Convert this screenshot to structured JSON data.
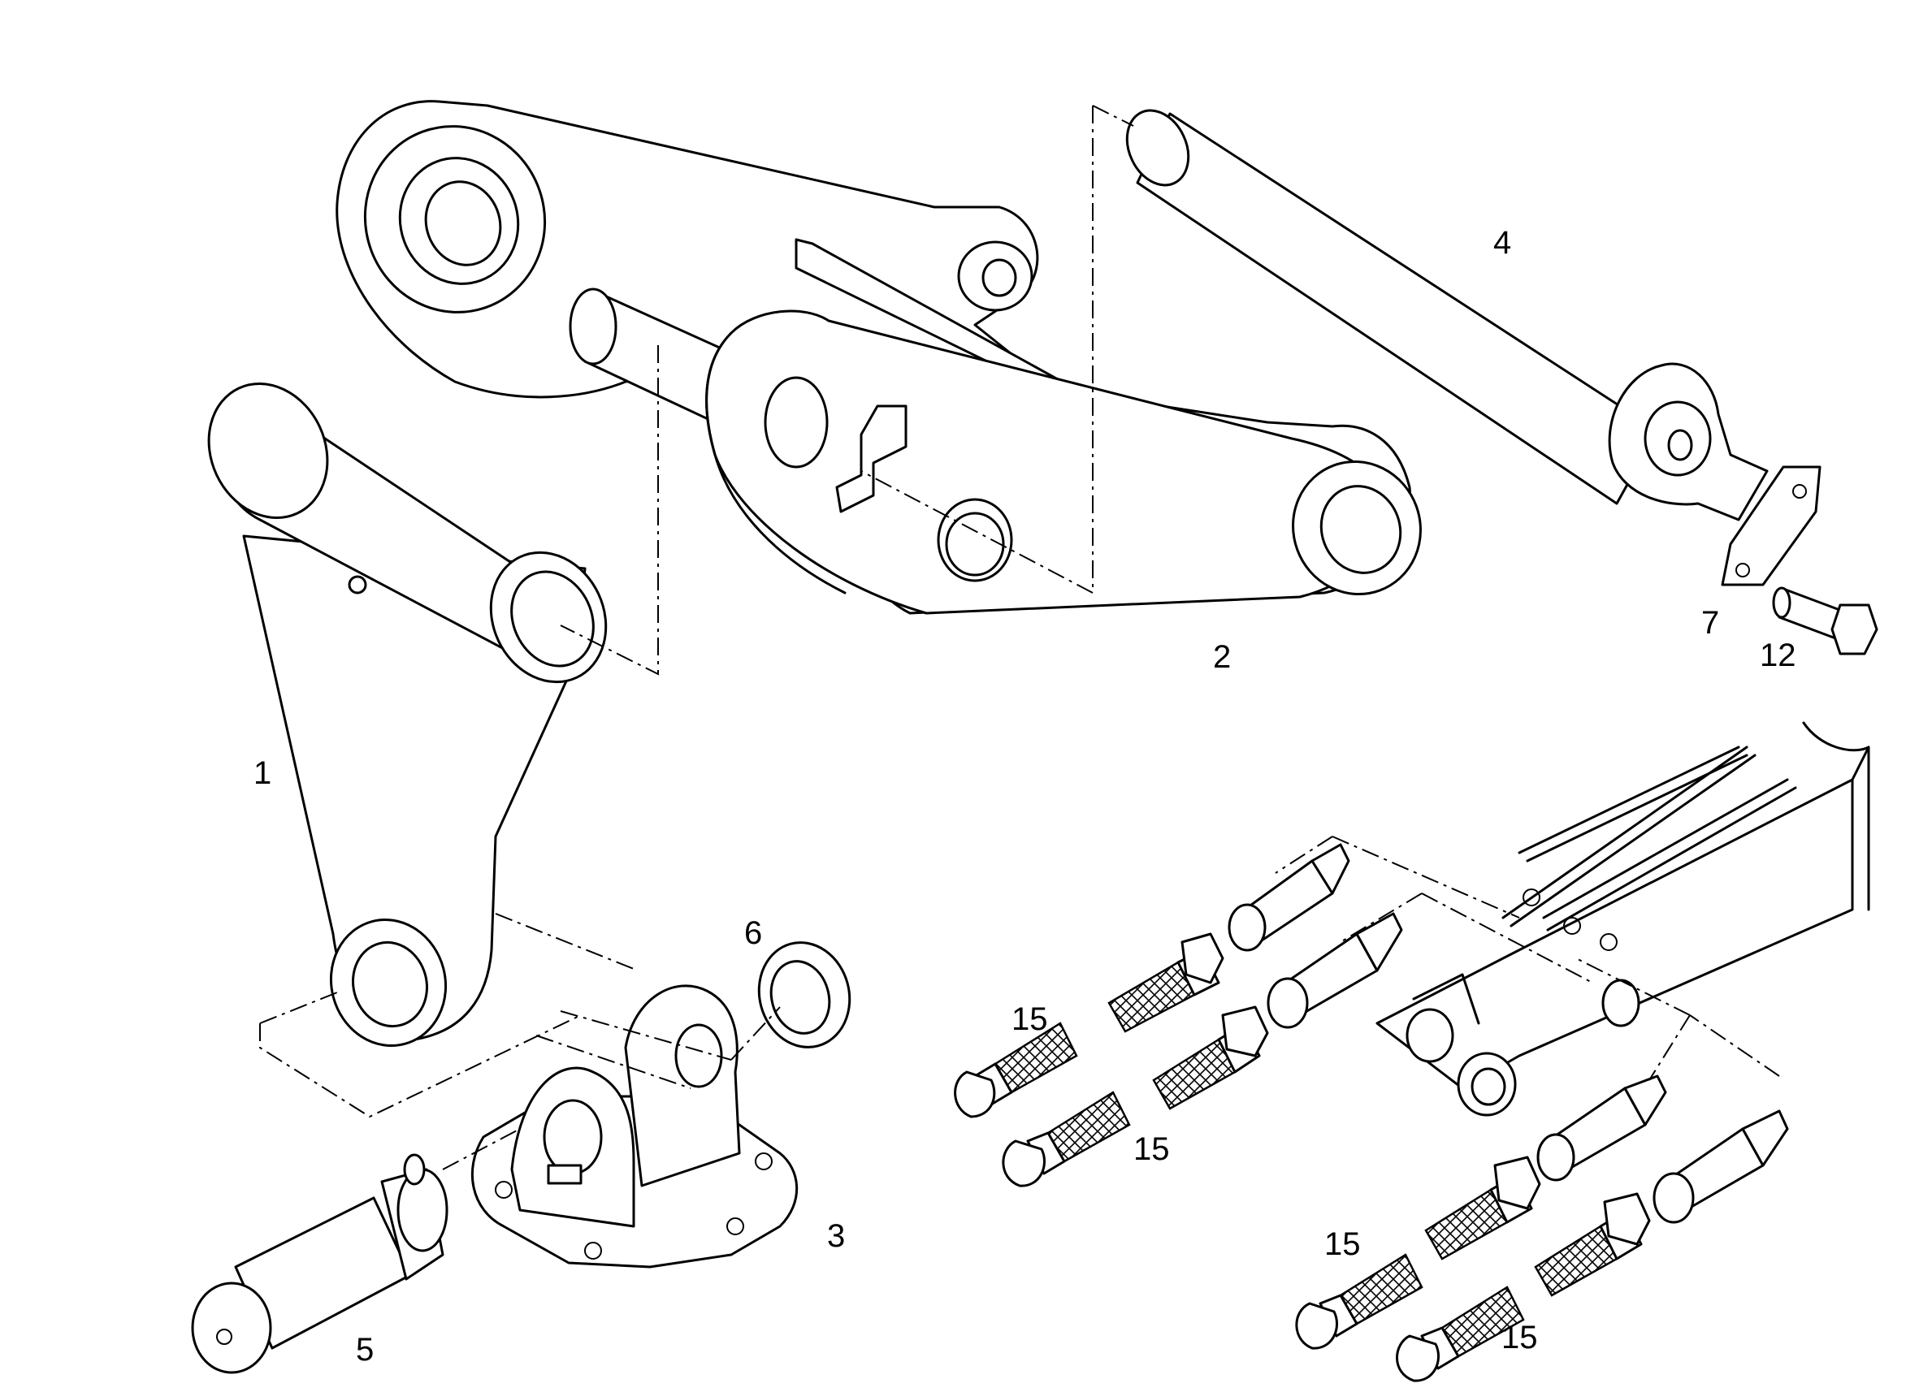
{
  "callouts": {
    "c1": "1",
    "c2": "2",
    "c3": "3",
    "c4": "4",
    "c5": "5",
    "c6": "6",
    "c7": "7",
    "c12": "12",
    "c15a": "15",
    "c15b": "15",
    "c15c": "15",
    "c15d": "15"
  },
  "colors": {
    "line": "#000000",
    "background": "#ffffff"
  }
}
